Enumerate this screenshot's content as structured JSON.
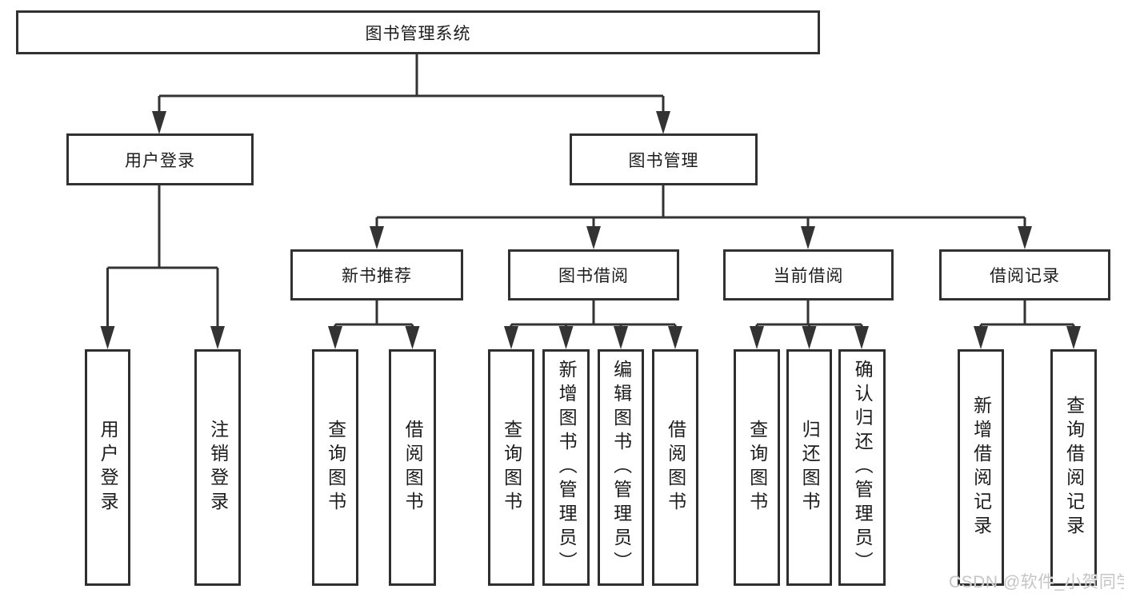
{
  "diagram": {
    "root": {
      "label": "图书管理系统"
    },
    "branches": [
      {
        "label": "用户登录",
        "children": [
          {
            "label": "用户登录"
          },
          {
            "label": "注销登录"
          }
        ]
      },
      {
        "label": "图书管理",
        "children": [
          {
            "label": "新书推荐",
            "children": [
              {
                "label": "查询图书"
              },
              {
                "label": "借阅图书"
              }
            ]
          },
          {
            "label": "图书借阅",
            "children": [
              {
                "label": "查询图书"
              },
              {
                "label": "新增图书（管理员）"
              },
              {
                "label": "编辑图书（管理员）"
              },
              {
                "label": "借阅图书"
              }
            ]
          },
          {
            "label": "当前借阅",
            "children": [
              {
                "label": "查询图书"
              },
              {
                "label": "归还图书"
              },
              {
                "label": "确认归还（管理员）"
              }
            ]
          },
          {
            "label": "借阅记录",
            "children": [
              {
                "label": "新增借阅记录"
              },
              {
                "label": "查询借阅记录"
              }
            ]
          }
        ]
      }
    ],
    "watermark": "CSDN @软件_小贺同学",
    "colors": {
      "line": "#333333",
      "box_border": "#2f2f2f",
      "text": "#1c1c1c",
      "watermark": "#c5c5c5",
      "background": "#ffffff"
    }
  }
}
